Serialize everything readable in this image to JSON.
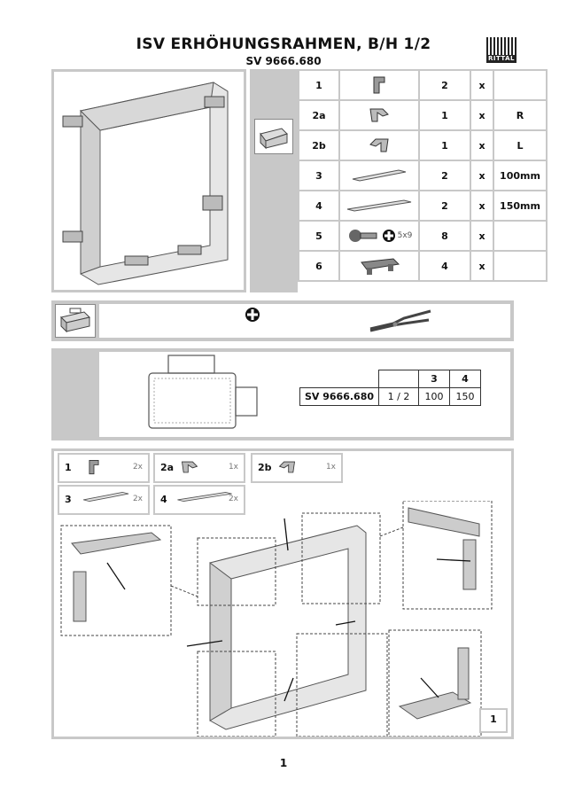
{
  "header": {
    "title": "ISV ERHÖHUNGSRAHMEN, B/H 1/2",
    "subtitle": "SV 9666.680",
    "logo_text": "RITTAL"
  },
  "parts": [
    {
      "num": "1",
      "qty": "2",
      "x": "x",
      "extra": "",
      "icon": "corner-bracket-icon"
    },
    {
      "num": "2a",
      "qty": "1",
      "x": "x",
      "extra": "R",
      "icon": "corner-right-icon"
    },
    {
      "num": "2b",
      "qty": "1",
      "x": "x",
      "extra": "L",
      "icon": "corner-left-icon"
    },
    {
      "num": "3",
      "qty": "2",
      "x": "x",
      "extra": "100mm",
      "icon": "rail-short-icon"
    },
    {
      "num": "4",
      "qty": "2",
      "x": "x",
      "extra": "150mm",
      "icon": "rail-long-icon"
    },
    {
      "num": "5",
      "qty": "8",
      "x": "x",
      "extra": "",
      "icon": "screw-icon",
      "screw_label": "5x9"
    },
    {
      "num": "6",
      "qty": "4",
      "x": "x",
      "extra": "",
      "icon": "clip-icon"
    }
  ],
  "dims": {
    "headers": [
      "",
      "",
      "3",
      "4"
    ],
    "row": [
      "SV 9666.680",
      "1 / 2",
      "100",
      "150"
    ]
  },
  "step_parts": [
    {
      "num": "1",
      "qty": "2x"
    },
    {
      "num": "2a",
      "qty": "1x"
    },
    {
      "num": "2b",
      "qty": "1x"
    },
    {
      "num": "3",
      "qty": "2x"
    },
    {
      "num": "4",
      "qty": "2x"
    }
  ],
  "step_number": "1",
  "page_number": "1",
  "colors": {
    "panel_gray": "#c8c8c8",
    "ink": "#111111"
  }
}
